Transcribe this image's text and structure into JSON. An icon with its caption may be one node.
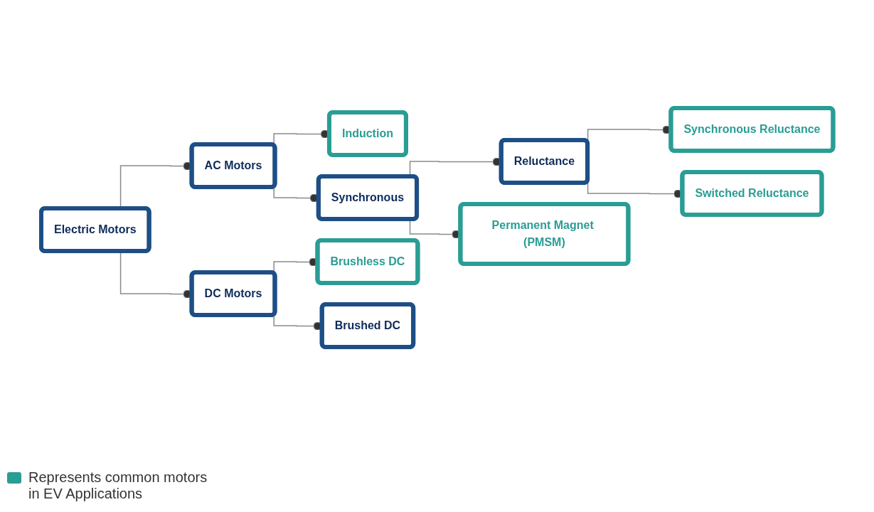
{
  "diagram": {
    "nodes": [
      {
        "text": [
          "Electric Motors"
        ]
      },
      {
        "text": [
          "AC Motors"
        ]
      },
      {
        "text": [
          "Induction"
        ]
      },
      {
        "text": [
          "Synchronous"
        ]
      },
      {
        "text": [
          "Reluctance"
        ]
      },
      {
        "text": [
          "Synchronous Reluctance"
        ]
      },
      {
        "text": [
          "Switched Reluctance"
        ]
      },
      {
        "text": [
          "Permanent Magnet (PMSM)"
        ]
      },
      {
        "text": [
          "DC Motors"
        ]
      },
      {
        "text": [
          "Brushless DC"
        ]
      },
      {
        "text": [
          "Brushed DC"
        ]
      }
    ],
    "edges": [
      {
        "from": 0,
        "to": 1,
        "arrow": "other"
      },
      {
        "from": 0,
        "to": 8,
        "arrow": "other"
      },
      {
        "from": 1,
        "to": 2,
        "arrow": "other"
      },
      {
        "from": 1,
        "to": 3,
        "arrow": "other"
      },
      {
        "from": 3,
        "to": 4,
        "arrow": "other"
      },
      {
        "from": 3,
        "to": 7,
        "arrow": "other"
      },
      {
        "from": 4,
        "to": 5,
        "arrow": "other"
      },
      {
        "from": 4,
        "to": 6,
        "arrow": "other"
      },
      {
        "from": 8,
        "to": 9,
        "arrow": "other"
      },
      {
        "from": 8,
        "to": 10,
        "arrow": "other"
      }
    ],
    "legend": [
      {
        "text": "Represents common motors in EV Applications",
        "color": "#2a9d94"
      }
    ]
  }
}
